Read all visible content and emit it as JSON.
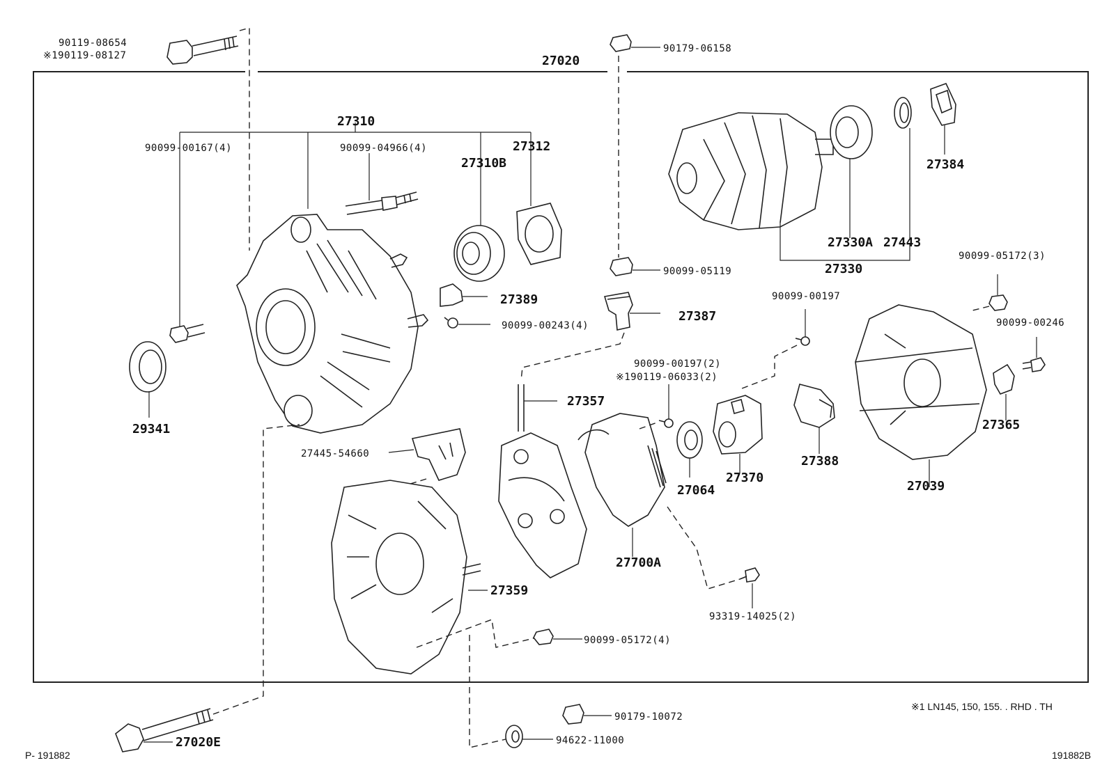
{
  "labels": {
    "p_90119_08654": "90119-08654",
    "p_190119_08127": "※190119-08127",
    "p_27020": "27020",
    "p_90179_06158": "90179-06158",
    "p_27310": "27310",
    "p_90099_00167": "90099-00167(4)",
    "p_90099_04966": "90099-04966(4)",
    "p_27312": "27312",
    "p_27310B": "27310B",
    "p_27384": "27384",
    "p_27330A": "27330A",
    "p_27443": "27443",
    "p_27330": "27330",
    "p_90099_05119": "90099-05119",
    "p_90099_05172_3": "90099-05172(3)",
    "p_27389": "27389",
    "p_90099_00243": "90099-00243(4)",
    "p_27387": "27387",
    "p_90099_00197": "90099-00197",
    "p_90099_00246": "90099-00246",
    "p_90099_00197_2": "90099-00197(2)",
    "p_190119_06033": "※190119-06033(2)",
    "p_29341": "29341",
    "p_27357": "27357",
    "p_27365": "27365",
    "p_27445_54660": "27445-54660",
    "p_27388": "27388",
    "p_27370": "27370",
    "p_27064": "27064",
    "p_27039": "27039",
    "p_27700A": "27700A",
    "p_27359": "27359",
    "p_93319_14025": "93319-14025(2)",
    "p_90099_05172_4": "90099-05172(4)",
    "p_90179_10072": "90179-10072",
    "p_94622_11000": "94622-11000",
    "p_27020E": "27020E"
  },
  "footnote": "※1  LN145, 150, 155. . RHD . TH",
  "figure_id_left": "P- 191882",
  "figure_id_right": "191882B"
}
